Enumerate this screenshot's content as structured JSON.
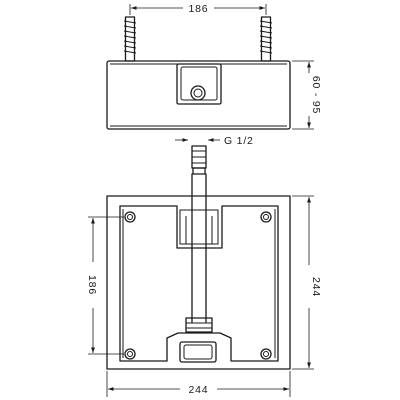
{
  "drawing": {
    "colors": {
      "line": "#1a1a1a",
      "background": "#ffffff"
    },
    "dimensions": {
      "top_anchor_spacing": "186",
      "height_range": "60 - 95",
      "thread": "G 1/2",
      "plate_anchor_spacing": "186",
      "plate_height": "244",
      "plate_width": "244"
    }
  }
}
